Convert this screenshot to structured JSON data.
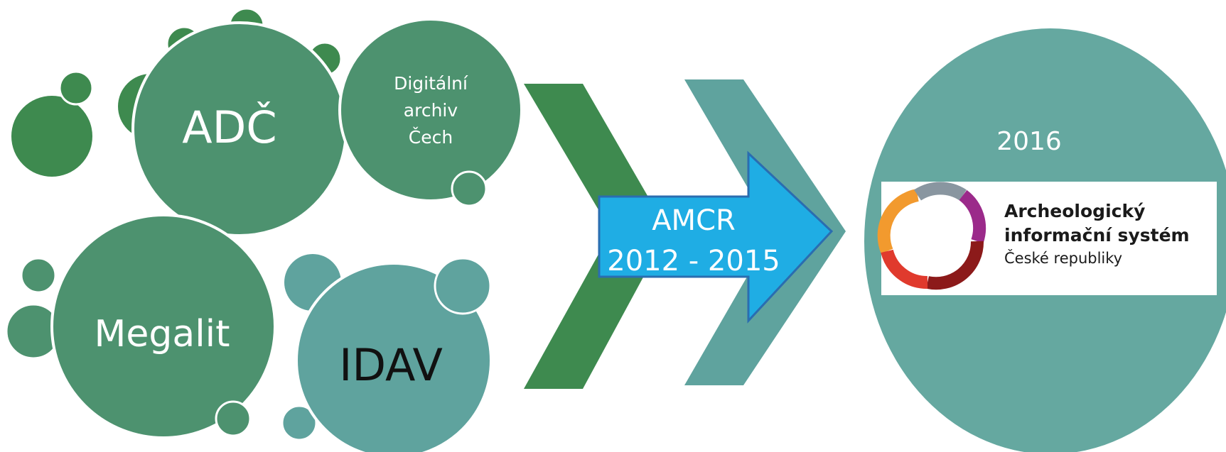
{
  "colors": {
    "dark_green": "#3e8a4f",
    "green": "#4d926f",
    "teal": "#5fa39e",
    "teal_light": "#65a8a0",
    "arrow_blue": "#1fade4",
    "arrow_border": "#2a6db0",
    "logo_orange": "#f29a2e",
    "logo_grey": "#8996a0",
    "logo_purple": "#9b2a8a",
    "logo_darkred": "#8c1a1a",
    "logo_red": "#e03a2d"
  },
  "sources": {
    "adc": "ADČ",
    "digital_archive": [
      "Digitální",
      "archiv",
      "Čech"
    ],
    "megalit": "Megalit",
    "idav": "IDAV"
  },
  "transition": {
    "label": "AMCR",
    "years": "2012 - 2015"
  },
  "result": {
    "year": "2016",
    "logo_text_line1": "Archeologický",
    "logo_text_line2": "informační systém",
    "logo_text_line3": "České republiky"
  }
}
